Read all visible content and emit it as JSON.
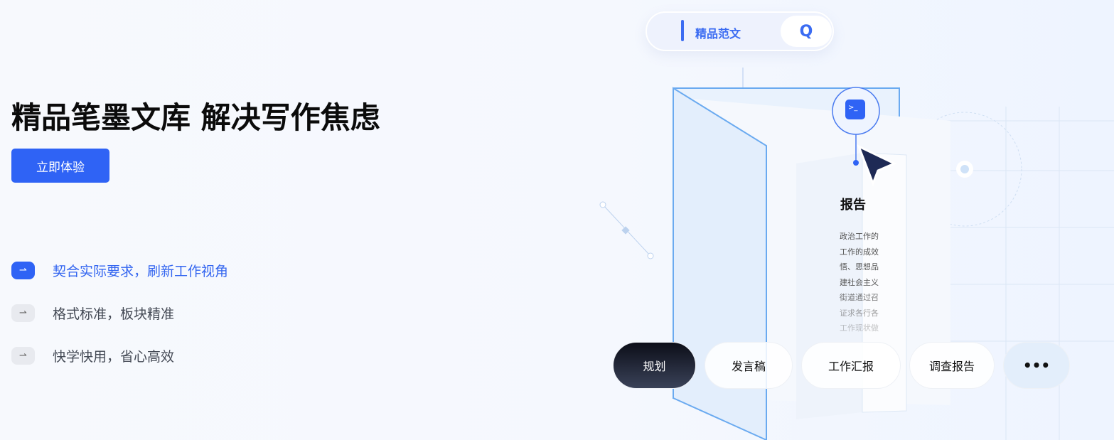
{
  "hero": {
    "title": "精品笔墨文库 解决写作焦虑",
    "cta_label": "立即体验"
  },
  "features": [
    {
      "icon": "arrow-right-icon",
      "label": "契合实际要求，刷新工作视角",
      "active": true
    },
    {
      "icon": "arrow-right-icon",
      "label": "格式标准，板块精准",
      "active": false
    },
    {
      "icon": "arrow-right-icon",
      "label": "快学快用，省心高效",
      "active": false
    }
  ],
  "illustration": {
    "search_label": "精品范文",
    "doc_title": "报告",
    "doc_lines": [
      "政治工作的",
      "工作的成效",
      "悟、思想品",
      "建社会主义",
      "街道通过召",
      "证求各行各",
      "工作现状做"
    ]
  },
  "tabs": [
    {
      "label": "规划",
      "selected": true
    },
    {
      "label": "发言稿"
    },
    {
      "label": "工作汇报"
    },
    {
      "label": "调查报告"
    },
    {
      "label": "•••"
    }
  ],
  "colors": {
    "accent": "#2f63f5",
    "title": "#0b0b0b"
  }
}
